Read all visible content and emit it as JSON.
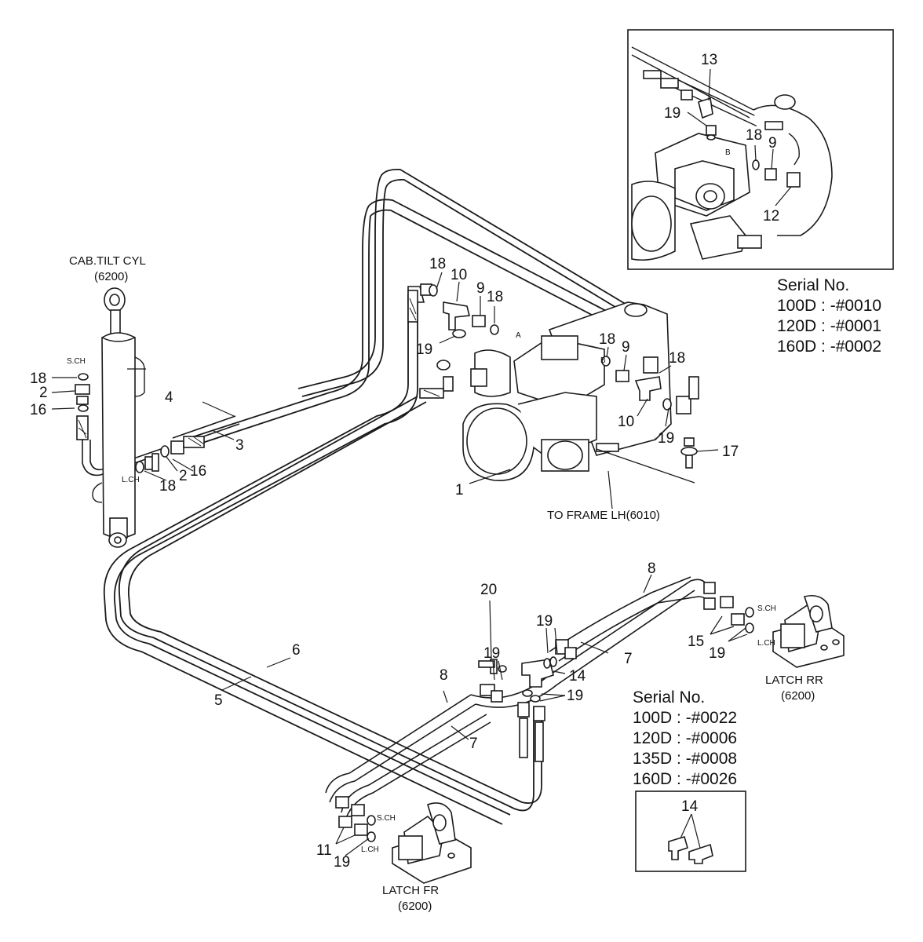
{
  "callouts": {
    "c1": "1",
    "c2": "2",
    "c2b": "2",
    "c3": "3",
    "c4": "4",
    "c5": "5",
    "c6": "6",
    "c7a": "7",
    "c7b": "7",
    "c8a": "8",
    "c8b": "8",
    "c9a": "9",
    "c9b": "9",
    "c9c": "9",
    "c10a": "10",
    "c10b": "10",
    "c11": "11",
    "c12": "12",
    "c13": "13",
    "c14a": "14",
    "c14b": "14",
    "c15": "15",
    "c16a": "16",
    "c16b": "16",
    "c17": "17",
    "c18a": "18",
    "c18b": "18",
    "c18c": "18",
    "c18d": "18",
    "c18e": "18",
    "c18f": "18",
    "c18g": "18",
    "c19a": "19",
    "c19b": "19",
    "c19c": "19",
    "c19d": "19",
    "c19e": "19",
    "c19f": "19",
    "c19g": "19",
    "c19h": "19",
    "c20": "20"
  },
  "labels": {
    "cab_tilt_cyl": "CAB.TILT CYL",
    "cab_tilt_ref": "(6200)",
    "to_frame": "TO FRAME LH(6010)",
    "latch_rr": "LATCH RR",
    "latch_rr_ref": "(6200)",
    "latch_fr": "LATCH FR",
    "latch_fr_ref": "(6200)",
    "sch_cyl": "S.CH",
    "lch_cyl": "L.CH",
    "sch_rr": "S.CH",
    "lch_rr": "L.CH",
    "sch_fr": "S.CH",
    "lch_fr": "L.CH",
    "port_a": "A",
    "port_b": "B",
    "port_b_inset": "B"
  },
  "serials_top": {
    "title": "Serial No.",
    "rows": [
      "100D : -#0010",
      "120D : -#0001",
      "160D : -#0002"
    ]
  },
  "serials_bottom": {
    "title": "Serial No.",
    "rows": [
      "100D : -#0022",
      "120D : -#0006",
      "135D : -#0008",
      "160D : -#0026"
    ]
  }
}
